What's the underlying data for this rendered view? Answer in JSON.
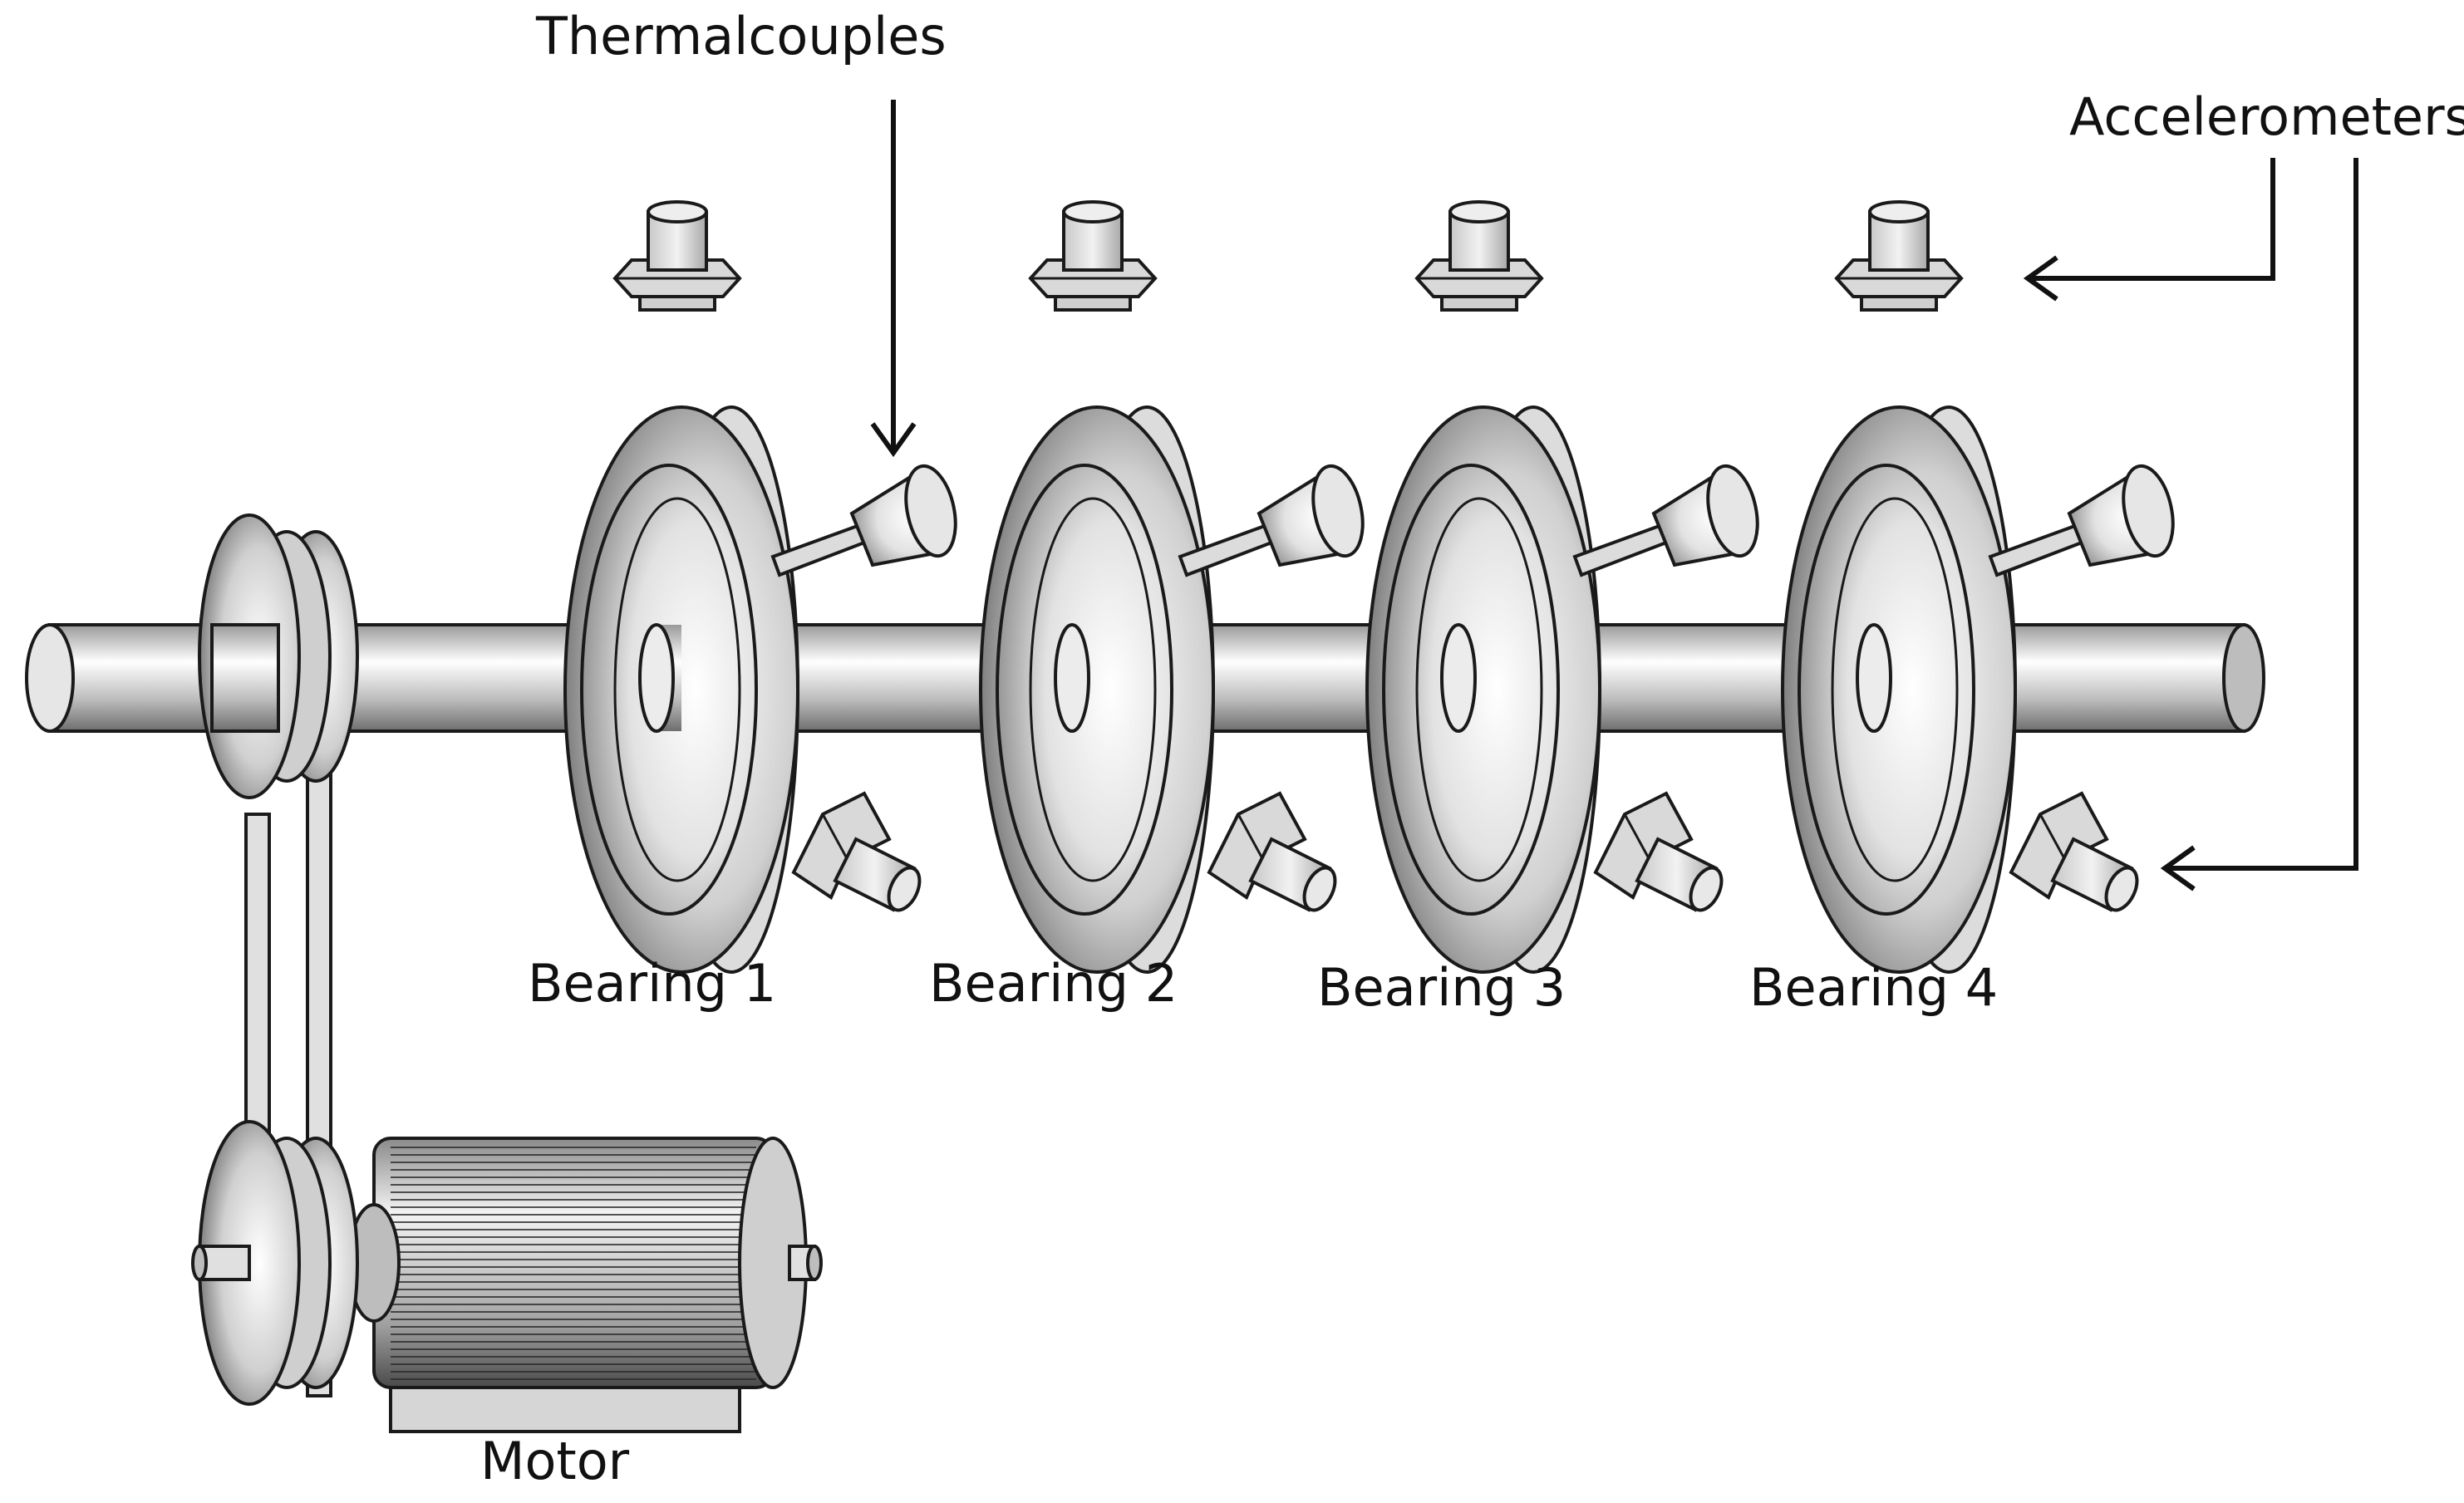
{
  "labels": {
    "thermocouples": "Thermalcouples",
    "accelerometers": "Accelerometers",
    "motor": "Motor",
    "bearings": [
      "Bearing 1",
      "Bearing 2",
      "Bearing 3",
      "Bearing 4"
    ]
  },
  "colors": {
    "line": "#1a1a1a",
    "part_fill": "#d9d9d9",
    "background": "#ffffff"
  }
}
